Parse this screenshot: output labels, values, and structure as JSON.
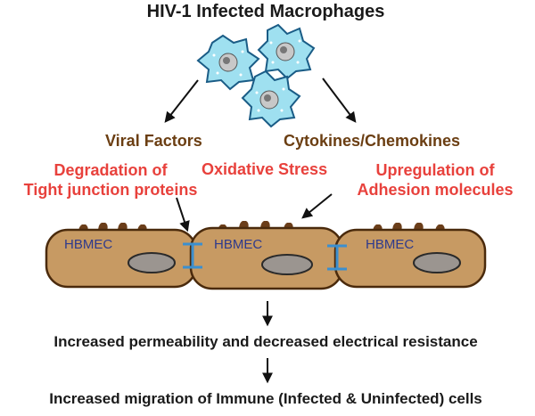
{
  "title": "HIV-1 Infected Macrophages",
  "left_branch": "Viral Factors",
  "right_branch": "Cytokines/Chemokines",
  "effects": {
    "left": [
      "Degradation of",
      "Tight junction proteins"
    ],
    "middle": "Oxidative Stress",
    "right": [
      "Upregulation of",
      "Adhesion molecules"
    ]
  },
  "cells": [
    "HBMEC",
    "HBMEC",
    "HBMEC"
  ],
  "outcome_1": "Increased permeability and decreased electrical resistance",
  "outcome_2": "Increased migration of Immune (Infected & Uninfected) cells",
  "colors": {
    "title": "#1a1a1a",
    "branch": "#6b3e12",
    "effect": "#e8413c",
    "cell_fill": "#c79a63",
    "cell_stroke": "#4a2a0c",
    "nucleus": "#9b9590",
    "junction": "#3b8fcf",
    "macrophage": "#9fe0f0",
    "label": "#2e3a8c"
  },
  "icons": [
    "macrophage-icon",
    "arrow-icon",
    "junction-icon",
    "nucleus-icon",
    "microvilli-icon"
  ]
}
